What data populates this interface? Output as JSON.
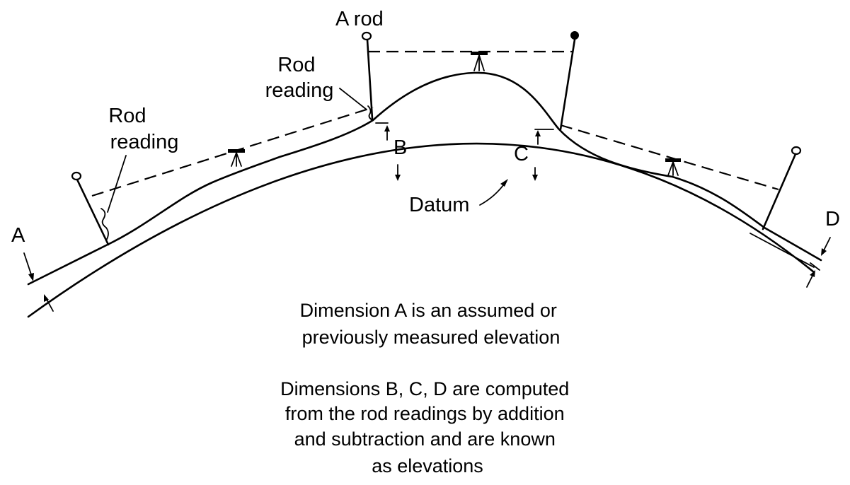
{
  "labels": {
    "a_rod": "A rod",
    "rod_reading_upper": [
      "Rod",
      "reading"
    ],
    "rod_reading_left": [
      "Rod",
      "reading"
    ],
    "dim_a": "A",
    "dim_b": "B",
    "dim_c": "C",
    "dim_d": "D",
    "datum": "Datum"
  },
  "caption": {
    "line1": "Dimension A is an assumed or",
    "line2": "previously measured elevation",
    "line3": "Dimensions B, C, D are computed",
    "line4": "from the rod readings by addition",
    "line5": "and subtraction and are known",
    "line6": "as elevations"
  }
}
